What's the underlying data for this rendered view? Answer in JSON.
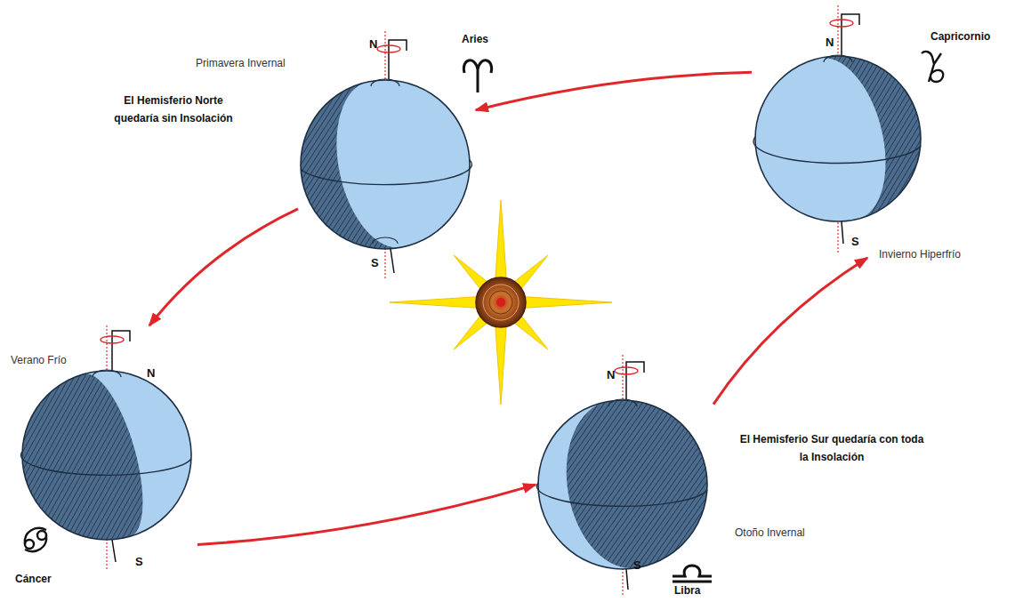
{
  "diagram": {
    "nodes": [
      {
        "text": [
          "N",
          "S"
        ]
      },
      {
        "text": [
          "N",
          "S"
        ]
      },
      {
        "text": [
          "N",
          "S"
        ]
      },
      {
        "text": [
          "N",
          "S"
        ]
      }
    ],
    "edges": [
      {
        "from": 1,
        "to": 0,
        "arrow": "to"
      },
      {
        "from": 0,
        "to": 2,
        "arrow": "to"
      },
      {
        "from": 2,
        "to": 3,
        "arrow": "to"
      },
      {
        "from": 3,
        "to": 1,
        "arrow": "to"
      }
    ],
    "labels": [
      "Primavera Invernal",
      "Aries",
      "El Hemisferio Norte quedaría sin Insolación",
      "Capricornio",
      "Invierno Hiperfrío",
      "Verano Frío",
      "Cáncer",
      "Otoño Invernal",
      "Libra",
      "El Hemisferio Sur quedaría con toda la Insolación"
    ]
  }
}
